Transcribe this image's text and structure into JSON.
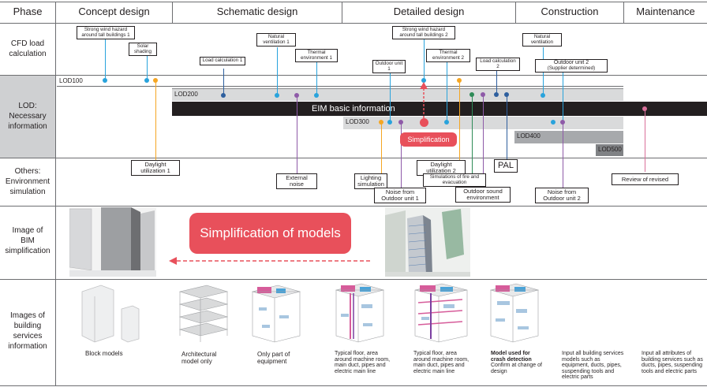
{
  "colors": {
    "blue": "#29a3dc",
    "orange": "#f5a623",
    "navy": "#2e5f9e",
    "green": "#2e8b57",
    "purple": "#8e5aa8",
    "red": "#e8505b",
    "pink": "#d9709a"
  },
  "phases": [
    "Phase",
    "Concept design",
    "Schematic design",
    "Detailed design",
    "Construction",
    "Maintenance"
  ],
  "rows": {
    "cfd": "CFD load calculation",
    "lod": "LOD: Necessary information",
    "others": "Others: Environment simulation",
    "image_bim": "Image of BIM simplification",
    "image_services": "Images of building services information"
  },
  "cfd_boxes": {
    "wind1": "Strong wind hazard around tall buildings 1",
    "solar": "Solar shading",
    "natvent1": "Natural ventilation 1",
    "thermal1": "Thermal environment 1",
    "load1": "Load calculation 1",
    "outdoor1": "Outdoor unit 1",
    "wind2": "Strong wind hazard around tall buildings 2",
    "thermal2": "Thermal environment 2",
    "load2": "Load calculation 2",
    "natvent": "Natural ventilation",
    "outdoor2": "Outdoor unit 2",
    "outdoor2_note": "(Supplier determined)"
  },
  "lod": {
    "lod100": "LOD100",
    "lod200": "LOD200",
    "eim": "EIM basic information",
    "lod300": "LOD300",
    "lod400": "LOD400",
    "lod500": "LOD500",
    "simplification": "Simplification"
  },
  "other_boxes": {
    "daylight1": "Daylight utilization 1",
    "external_noise": "External noise",
    "lighting": "Lighting simulation",
    "noise1": "Noise from Outdoor unit 1",
    "daylight2": "Daylight utilization 2",
    "fire": "Simulations of fire and evacuation",
    "outdoor_sound": "Outdoor sound environment",
    "pal": "PAL",
    "noise2": "Noise from Outdoor unit 2",
    "revised": "Review of revised"
  },
  "simplification_banner": "Simplification of models",
  "service_captions": {
    "c1": "Block models",
    "c2": "Architectural model only",
    "c3": "Only part of equipment",
    "c4": "Typical floor, area around machine room, main duct, pipes and electric main line",
    "c5": "Typical floor, area around machine room, main duct, pipes and electric main line",
    "c6_bold": "Model used for crash detection",
    "c6": "Confirm at change of design",
    "c7": "Input all building services models such as equipment, ducts, pipes, suspending tools and electric parts",
    "c8": "Input all attributes of building services such as ducts, pipes, suspending tools and electric parts"
  }
}
